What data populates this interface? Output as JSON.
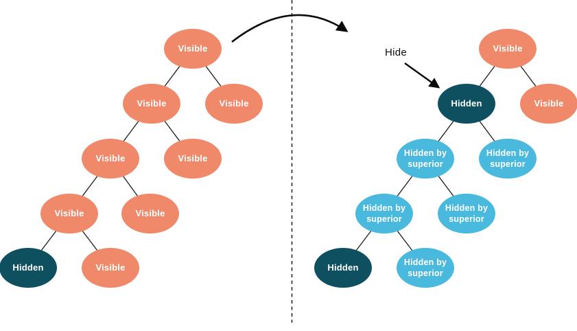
{
  "figure": {
    "type": "binary-tree-visibility-transformation-diagram",
    "annotations": {
      "hide_label": "Hide"
    },
    "colors": {
      "visible_node": "#F0886A",
      "hidden_node": "#0E5060",
      "hidden_by_superior_node": "#49B9DD",
      "connector": "#1A1A1A",
      "background": "#FFFFFF",
      "node_text": "#FFFFFF"
    },
    "before_tree": {
      "description": "left tree, before hide action",
      "nodes": [
        {
          "label": "Visible",
          "state": "visible"
        },
        {
          "label": "Visible",
          "state": "visible"
        },
        {
          "label": "Visible",
          "state": "visible"
        },
        {
          "label": "Visible",
          "state": "visible"
        },
        {
          "label": "Visible",
          "state": "visible"
        },
        {
          "label": "Visible",
          "state": "visible"
        },
        {
          "label": "Visible",
          "state": "visible"
        },
        {
          "label": "Hidden",
          "state": "hidden"
        },
        {
          "label": "Visible",
          "state": "visible"
        }
      ]
    },
    "after_tree": {
      "description": "right tree, after hide action",
      "nodes": [
        {
          "label": "Visible",
          "state": "visible"
        },
        {
          "label": "Hidden",
          "state": "hidden"
        },
        {
          "label": "Visible",
          "state": "visible"
        },
        {
          "label": "Hidden by superior",
          "state": "hidden_by_superior"
        },
        {
          "label": "Hidden by superior",
          "state": "hidden_by_superior"
        },
        {
          "label": "Hidden by superior",
          "state": "hidden_by_superior"
        },
        {
          "label": "Hidden by superior",
          "state": "hidden_by_superior"
        },
        {
          "label": "Hidden",
          "state": "hidden"
        },
        {
          "label": "Hidden by superior",
          "state": "hidden_by_superior"
        }
      ]
    }
  }
}
